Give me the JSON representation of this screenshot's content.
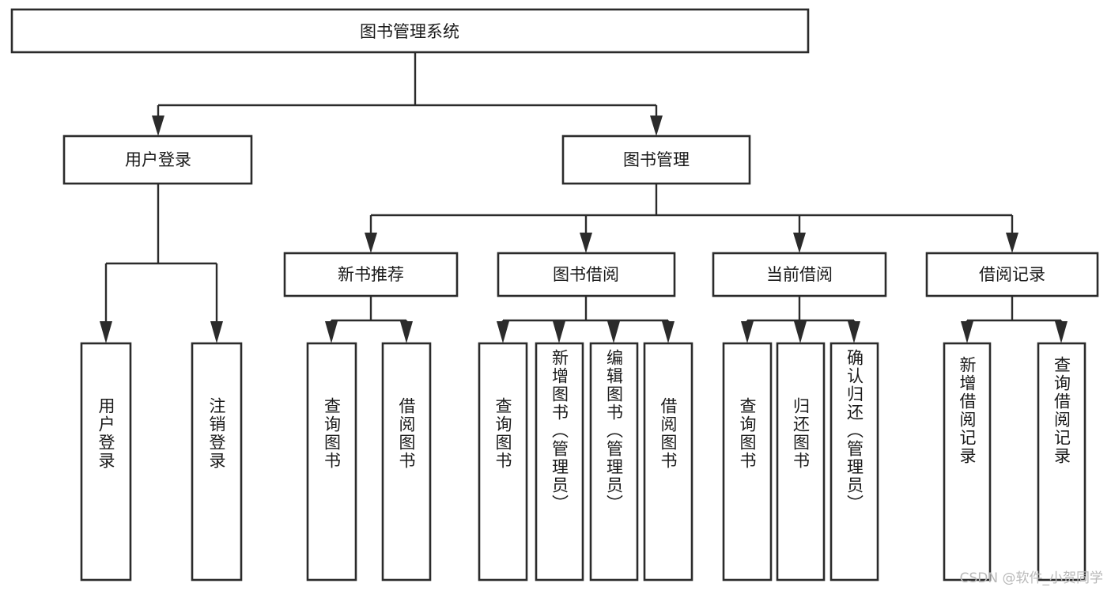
{
  "diagram": {
    "title": "图书管理系统",
    "type": "tree",
    "orientation": "top-down",
    "colors": {
      "box_fill": "#ffffff",
      "box_stroke": "#2b2b2b",
      "text": "#1a1a1a",
      "watermark": "#b9b9b9"
    },
    "root": {
      "label": "图书管理系统"
    },
    "level2": [
      {
        "label": "用户登录"
      },
      {
        "label": "图书管理"
      }
    ],
    "level3": [
      {
        "label": "新书推荐"
      },
      {
        "label": "图书借阅"
      },
      {
        "label": "当前借阅"
      },
      {
        "label": "借阅记录"
      }
    ],
    "leaves": {
      "user_login": [
        {
          "label": "用户登录"
        },
        {
          "label": "注销登录"
        }
      ],
      "new_book_recommend": [
        {
          "label": "查询图书"
        },
        {
          "label": "借阅图书"
        }
      ],
      "book_borrow": [
        {
          "label": "查询图书"
        },
        {
          "label": "新增图书（管理员）"
        },
        {
          "label": "编辑图书（管理员）"
        },
        {
          "label": "借阅图书"
        }
      ],
      "current_borrow": [
        {
          "label": "查询图书"
        },
        {
          "label": "归还图书"
        },
        {
          "label": "确认归还（管理员）"
        }
      ],
      "borrow_record": [
        {
          "label": "新增借阅记录"
        },
        {
          "label": "查询借阅记录"
        }
      ]
    }
  },
  "watermark": {
    "text": "CSDN @软件_小贺同学"
  }
}
